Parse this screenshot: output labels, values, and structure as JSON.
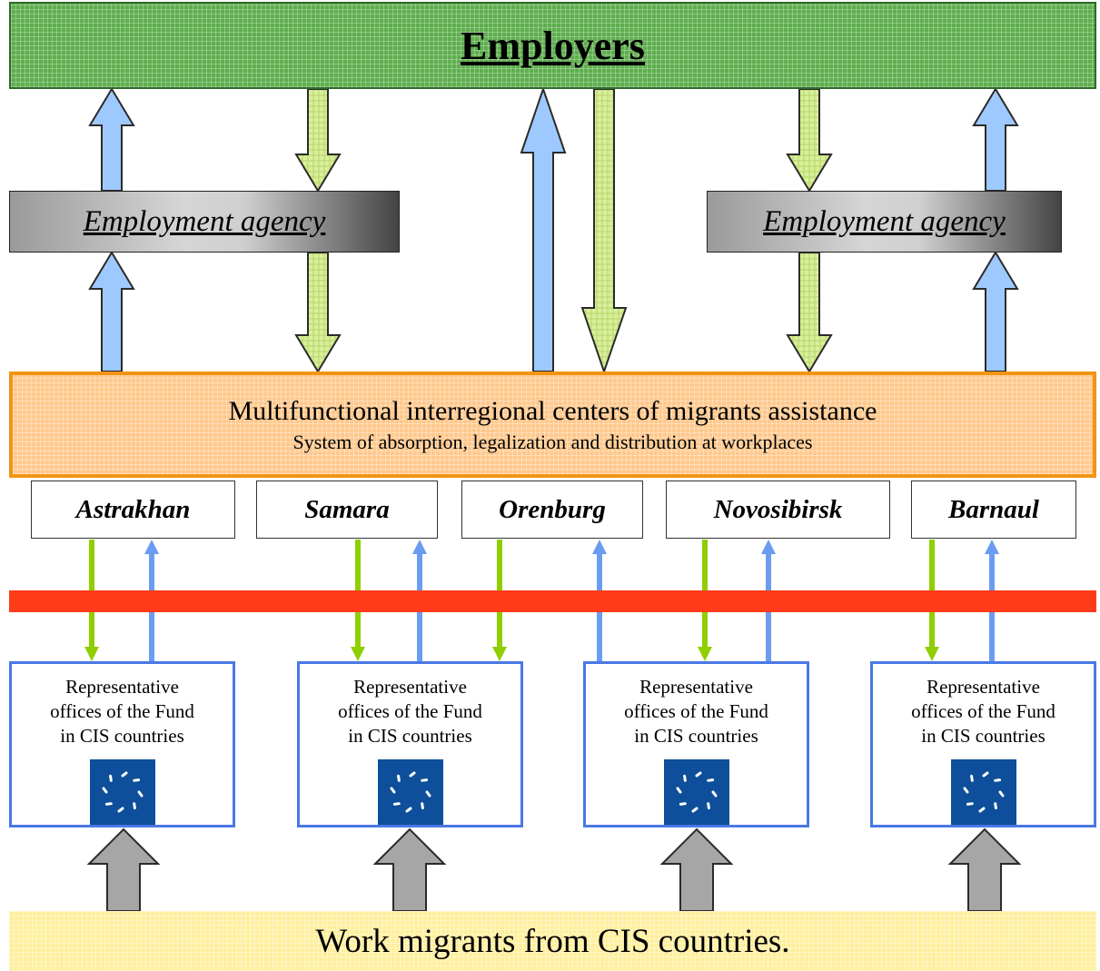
{
  "employers": {
    "label": "Employers"
  },
  "agencies": [
    {
      "label": "Employment agency"
    },
    {
      "label": "Employment agency"
    }
  ],
  "centers": {
    "title": "Multifunctional interregional centers of migrants assistance",
    "subtitle": "System of absorption, legalization and distribution at workplaces"
  },
  "cities": [
    "Astrakhan",
    "Samara",
    "Orenburg",
    "Novosibirsk",
    "Barnaul"
  ],
  "offices": [
    {
      "line1": "Representative",
      "line2": "offices of the Fund",
      "line3": "in CIS countries"
    },
    {
      "line1": "Representative",
      "line2": "offices of the Fund",
      "line3": "in CIS countries"
    },
    {
      "line1": "Representative",
      "line2": "offices of the Fund",
      "line3": "in CIS countries"
    },
    {
      "line1": "Representative",
      "line2": "offices of the Fund",
      "line3": "in CIS countries"
    }
  ],
  "migrants": {
    "label": "Work migrants from CIS countries."
  },
  "colors": {
    "employers_fill": "#5fae4f",
    "agency_fill": "#c8c8c8",
    "centers_fill": "#ffc88c",
    "centers_border": "#f29414",
    "office_border": "#4a78e4",
    "red_band": "#ff3b1a",
    "migrants_fill": "#ffef9c",
    "arrow_up_fill": "#9ec9ff",
    "arrow_down_fill": "#d9ef9a",
    "thin_green": "#8fcf00",
    "thin_blue": "#6a9cf2",
    "arrow_gray": "#a6a6a6",
    "emblem_fill": "#0d4f9a"
  },
  "icons": [
    "fund-emblem-icon"
  ]
}
